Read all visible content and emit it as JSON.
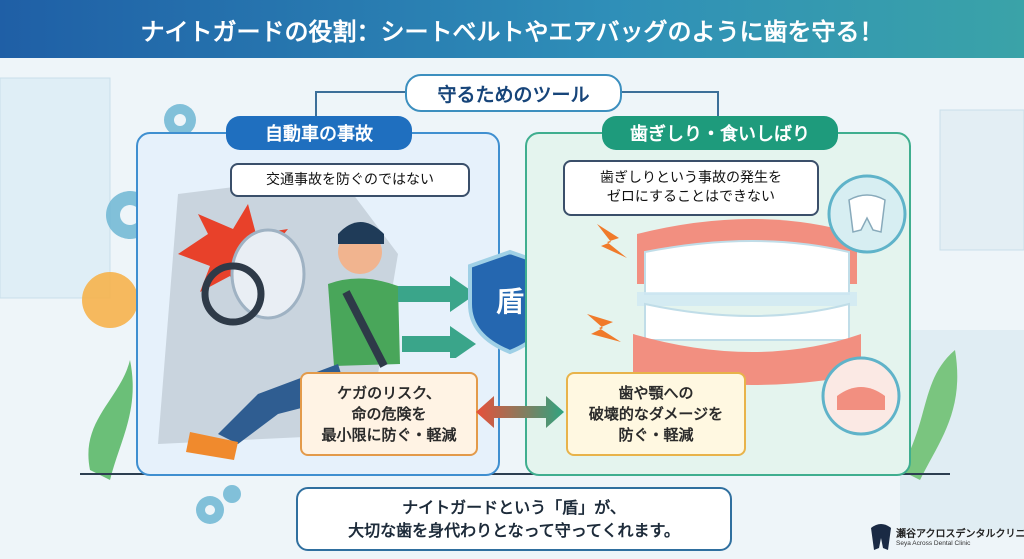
{
  "title": "ナイトガードの役割：シートベルトやエアバッグのように歯を守る！",
  "tools_header": "守るためのツール",
  "left": {
    "tag": "自動車の事故",
    "note": "交通事故を防ぐのではない",
    "result_lines": [
      "ケガのリスク、",
      "命の危険を",
      "最小限に防ぐ・軽減"
    ]
  },
  "shield_label": "盾",
  "right": {
    "tag": "歯ぎしり・食いしばり",
    "note_lines": [
      "歯ぎしりという事故の発生を",
      "ゼロにすることはできない"
    ],
    "result_lines": [
      "歯や顎への",
      "破壊的なダメージを",
      "防ぐ・軽減"
    ]
  },
  "summary_lines": [
    "ナイトガードという「盾」が、",
    "大切な歯を身代わりとなって守ってくれます。"
  ],
  "logo": {
    "name": "瀬谷アクロスデンタルクリニック",
    "sub": "Seya Across Dental Clinic"
  },
  "colors": {
    "title_bar": "#1f5fa6",
    "left_accent": "#1f6fbf",
    "right_accent": "#1e9b7c",
    "result_border": "#e39a4a"
  }
}
